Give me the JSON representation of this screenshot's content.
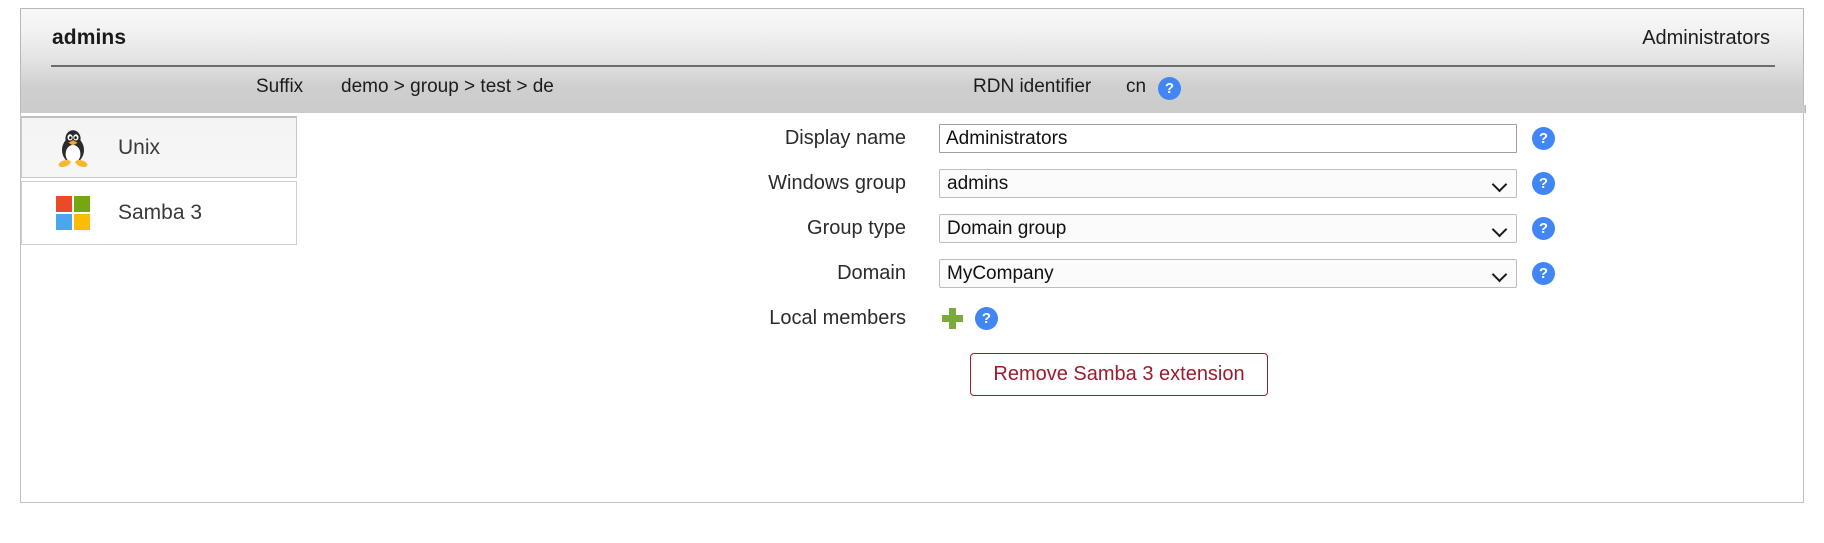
{
  "header": {
    "title": "admins",
    "subject": "Administrators",
    "meta": [
      {
        "label": "Suffix",
        "value": "demo > group > test > de",
        "help": false
      },
      {
        "label": "RDN identifier",
        "value": "cn",
        "help": true
      }
    ],
    "help_glyph": "?"
  },
  "sidebar": {
    "items": [
      {
        "label": "Unix",
        "icon": "linux-penguin-icon",
        "active": false
      },
      {
        "label": "Samba 3",
        "icon": "samba-squares-icon",
        "active": true
      }
    ]
  },
  "form": {
    "rows": [
      {
        "label": "Display name",
        "type": "text",
        "value": "Administrators",
        "placeholder": "",
        "help": true
      },
      {
        "label": "Windows group",
        "type": "select",
        "value": "admins",
        "options": [
          "admins"
        ],
        "help": true
      },
      {
        "label": "Group type",
        "type": "select",
        "value": "Domain group",
        "options": [
          "Domain group"
        ],
        "help": true
      },
      {
        "label": "Domain",
        "type": "select",
        "value": "MyCompany",
        "options": [
          "MyCompany"
        ],
        "help": true
      },
      {
        "label": "Local members",
        "type": "adder",
        "value": "",
        "help": true
      }
    ]
  },
  "actions": {
    "remove_label": "Remove Samba 3 extension"
  },
  "colors": {
    "help_blue": "#4285f4",
    "plus_green": "#79aa3c",
    "danger_red": "#9b1c2e",
    "samba_top_left": "#ea4a26",
    "samba_top_right": "#76a711",
    "samba_bottom_left": "#4ca5ef",
    "samba_bottom_right": "#fbbc04"
  }
}
